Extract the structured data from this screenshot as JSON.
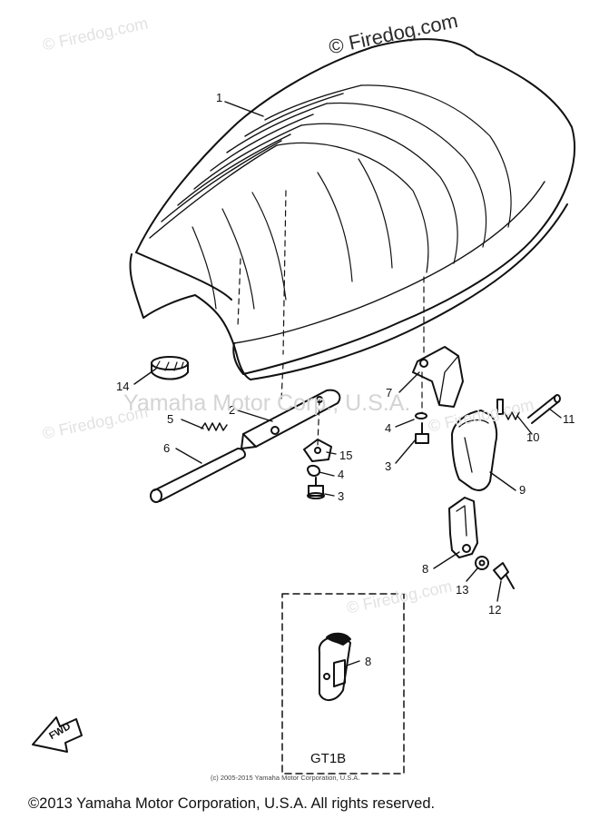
{
  "watermarks": {
    "top_left": "© Firedog.com",
    "top_right": "© Firedog.com",
    "mid_left": "© Firedog.com",
    "mid_center": "© Firedog.com",
    "mid_right": "© Firedog.com",
    "owner_overlay": "Yamaha Motor Corp., U.S.A."
  },
  "callouts": [
    {
      "id": "c1",
      "text": "1"
    },
    {
      "id": "c2",
      "text": "2"
    },
    {
      "id": "c3a",
      "text": "3"
    },
    {
      "id": "c3b",
      "text": "3"
    },
    {
      "id": "c4a",
      "text": "4"
    },
    {
      "id": "c4b",
      "text": "4"
    },
    {
      "id": "c5",
      "text": "5"
    },
    {
      "id": "c6",
      "text": "6"
    },
    {
      "id": "c7",
      "text": "7"
    },
    {
      "id": "c8a",
      "text": "8"
    },
    {
      "id": "c8b",
      "text": "8"
    },
    {
      "id": "c9",
      "text": "9"
    },
    {
      "id": "c10",
      "text": "10"
    },
    {
      "id": "c11",
      "text": "11"
    },
    {
      "id": "c12",
      "text": "12"
    },
    {
      "id": "c13",
      "text": "13"
    },
    {
      "id": "c14",
      "text": "14"
    },
    {
      "id": "c15",
      "text": "15"
    }
  ],
  "inset_label": "GT1B",
  "fwd_label": "FWD",
  "copyright_small": "(c) 2005-2015 Yamaha Motor Corporation, U.S.A.",
  "copyright_main": "©2013 Yamaha Motor Corporation, U.S.A. All rights reserved."
}
